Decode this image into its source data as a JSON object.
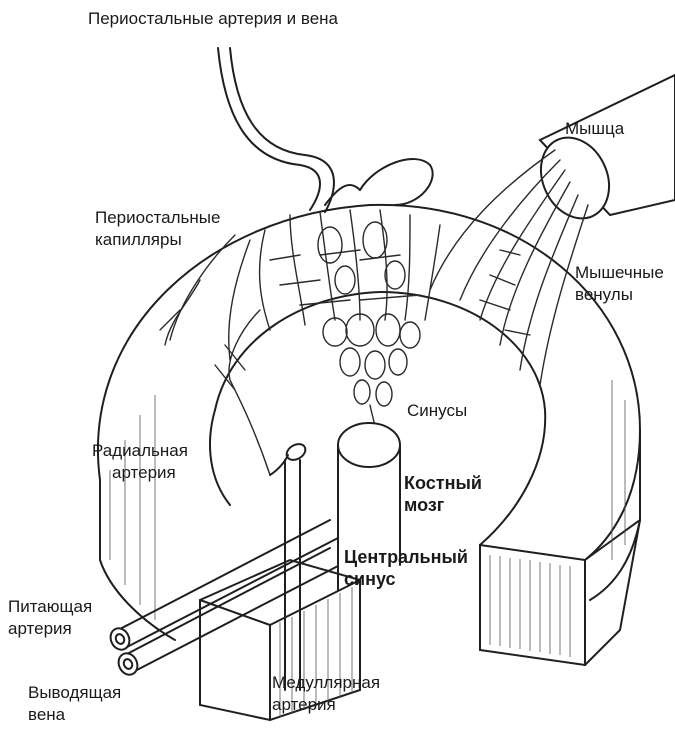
{
  "labels": {
    "periosteal_artery_vein": "Периостальные артерия и вена",
    "muscle": "Мышца",
    "periosteal_capillaries_line1": "Периостальные",
    "periosteal_capillaries_line2": "капилляры",
    "muscle_venules_line1": "Мышечные",
    "muscle_venules_line2": "венулы",
    "sinuses": "Синусы",
    "radial_artery_line1": "Радиальная",
    "radial_artery_line2": "артерия",
    "bone_marrow_line1": "Костный",
    "bone_marrow_line2": "мозг",
    "central_sinus_line1": "Центральный",
    "central_sinus_line2": "синус",
    "nutrient_artery_line1": "Питающая",
    "nutrient_artery_line2": "артерия",
    "draining_vein_line1": "Выводящая",
    "draining_vein_line2": "вена",
    "medullary_artery_line1": "Медуллярная",
    "medullary_artery_line2": "артерия"
  }
}
